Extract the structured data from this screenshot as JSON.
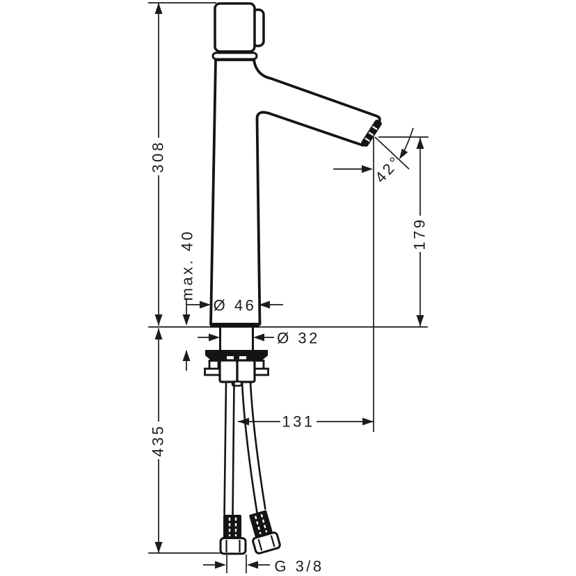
{
  "colors": {
    "line": "#1c1c1c",
    "drawing": "#141414",
    "background": "#ffffff"
  },
  "labels": {
    "overall_height": "308",
    "spout_height": "179",
    "spout_angle": "42°",
    "max_deck_thickness": "max. 40",
    "body_diameter": "Ø 46",
    "shank_diameter": "Ø 32",
    "spout_reach": "131",
    "hose_length": "435",
    "connection_thread": "G 3/8"
  }
}
